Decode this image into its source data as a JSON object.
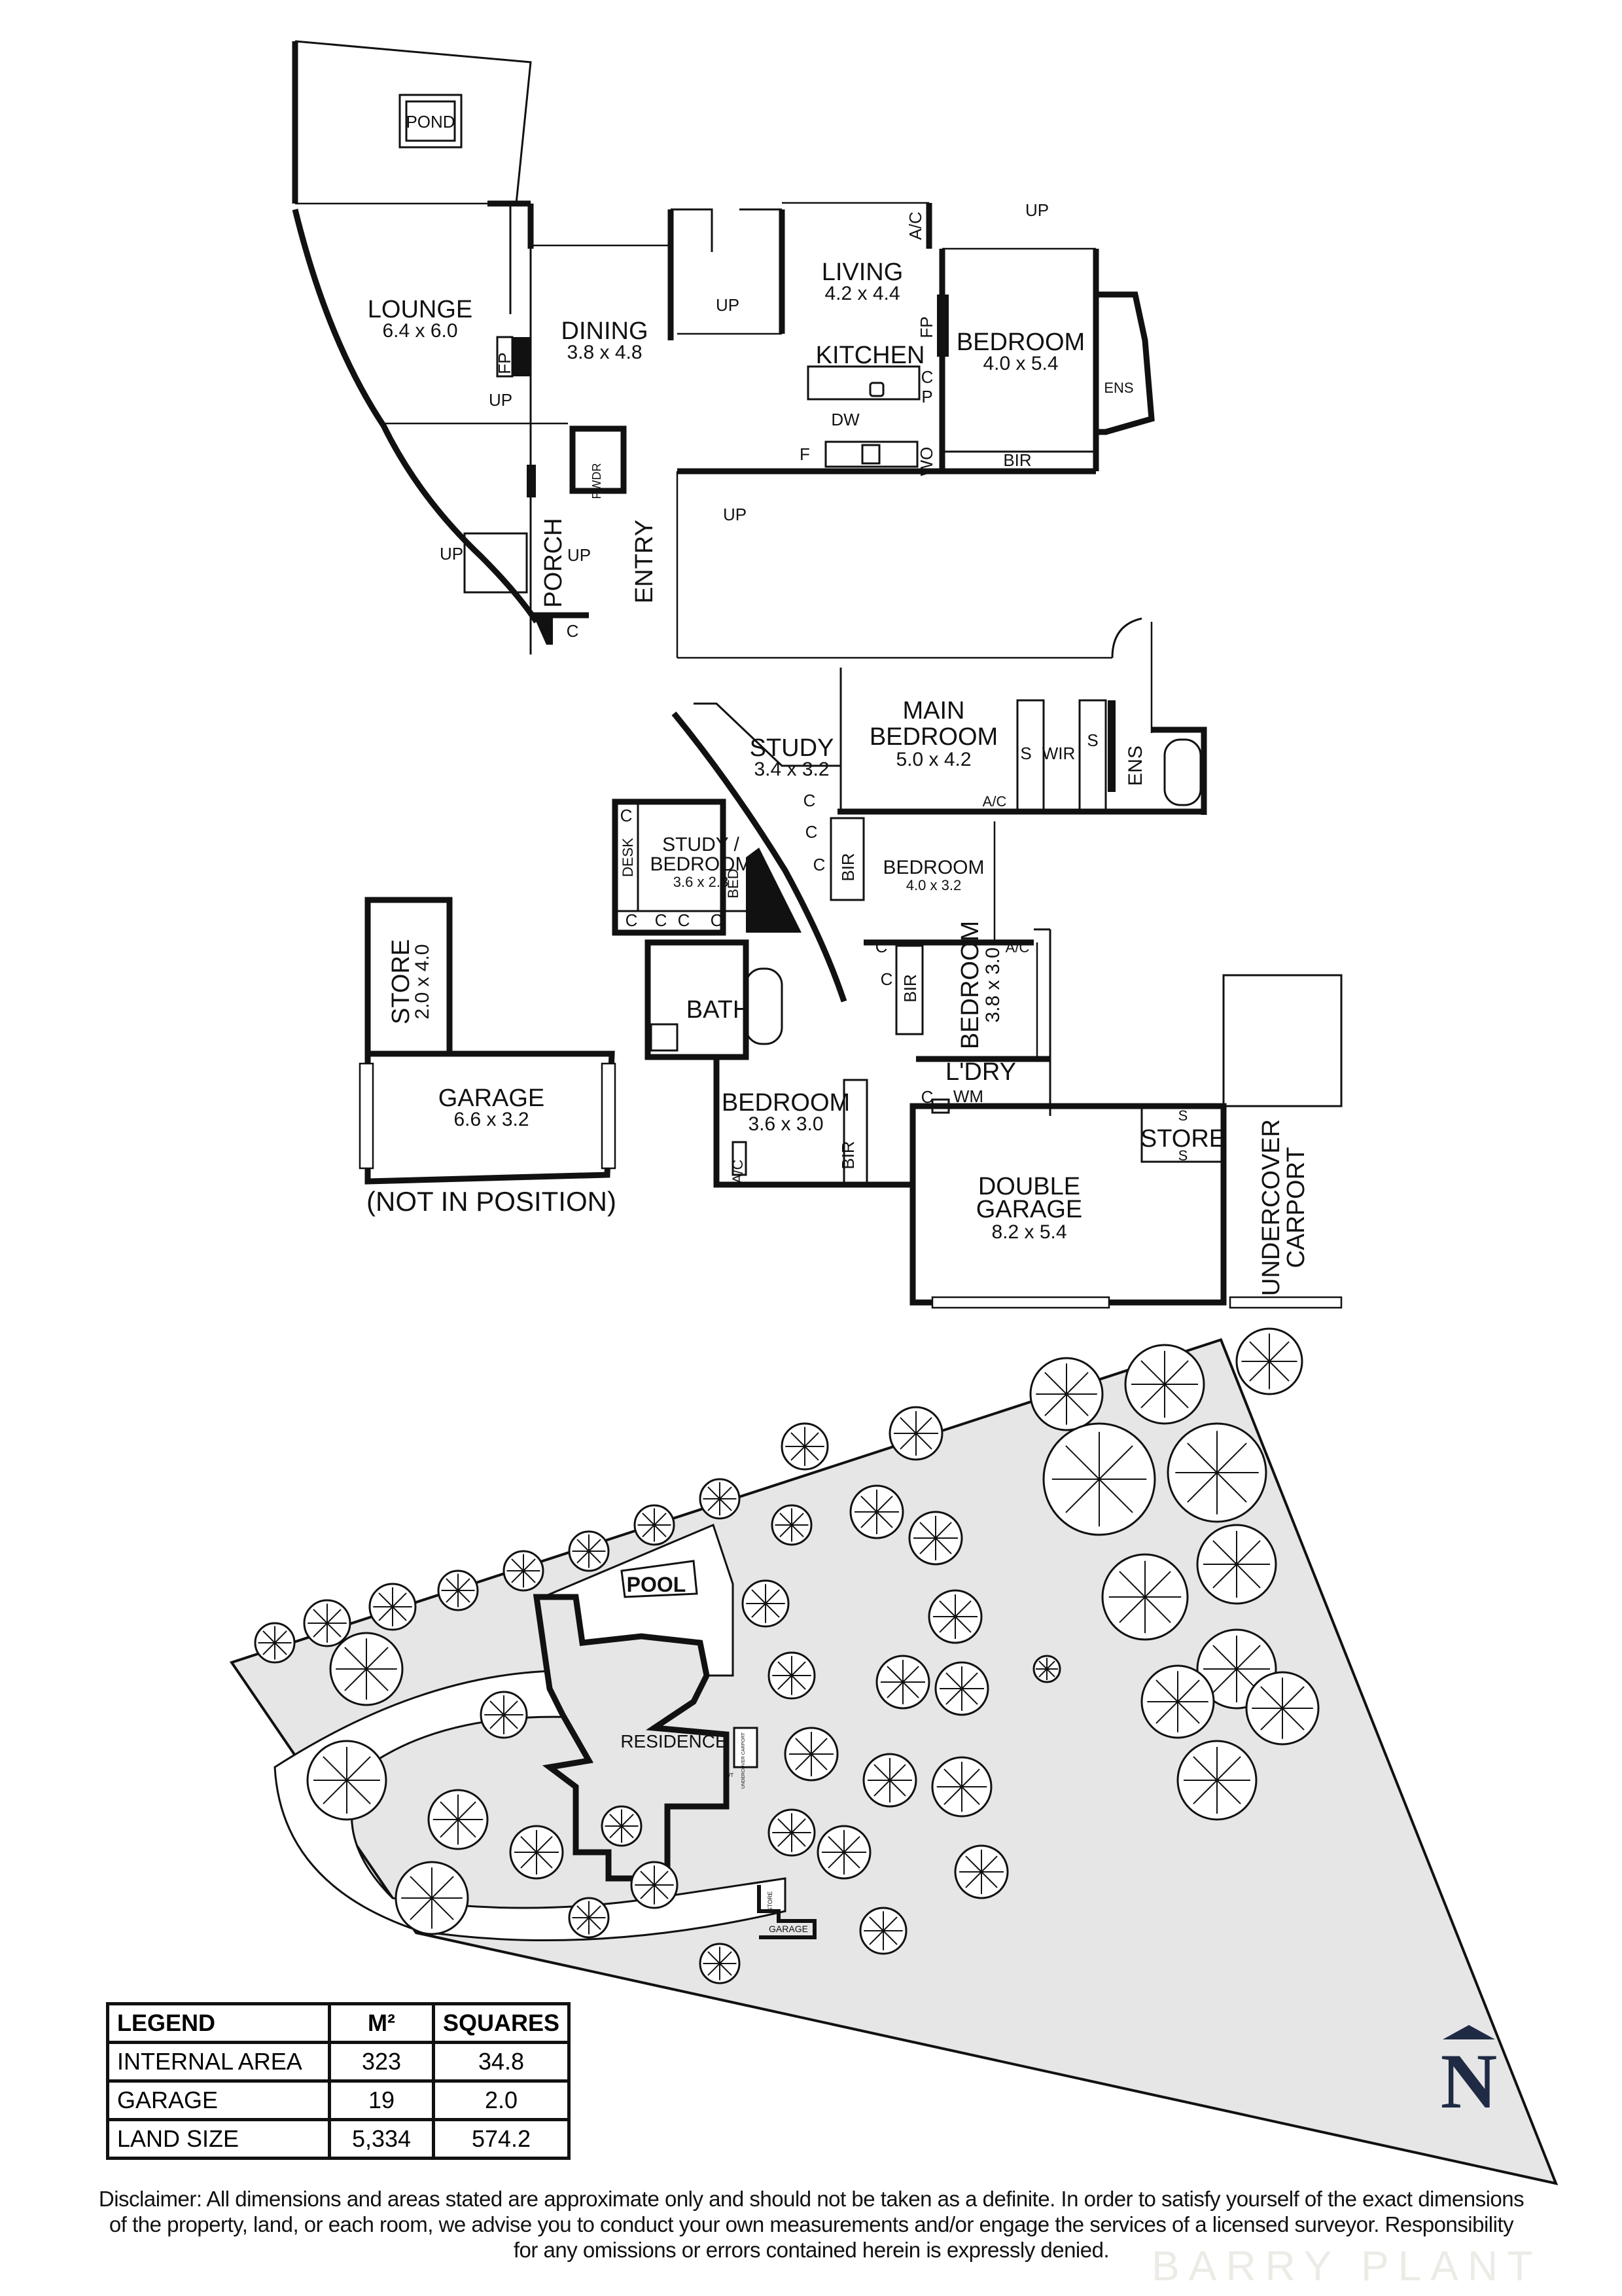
{
  "floor_plan": {
    "rooms": {
      "pond": "POND",
      "lounge": {
        "name": "LOUNGE",
        "dims": "6.4 x 6.0"
      },
      "dining": {
        "name": "DINING",
        "dims": "3.8 x 4.8"
      },
      "living": {
        "name": "LIVING",
        "dims": "4.2 x 4.4"
      },
      "kitchen": "KITCHEN",
      "bedroom_upper": {
        "name": "BEDROOM",
        "dims": "4.0 x 5.4"
      },
      "porch": "PORCH",
      "entry": "ENTRY",
      "study": {
        "name": "STUDY",
        "dims": "3.4 x 3.2"
      },
      "main_bedroom": {
        "name1": "MAIN",
        "name2": "BEDROOM",
        "dims": "5.0 x 4.2"
      },
      "study_bedroom": {
        "name1": "STUDY /",
        "name2": "BEDROOM",
        "dims": "3.6 x 2.8"
      },
      "bedroom_mid": {
        "name": "BEDROOM",
        "dims": "4.0 x 3.2"
      },
      "bedroom_side": {
        "name": "BEDROOM",
        "dims": "3.8 x 3.0"
      },
      "bath": "BATH",
      "laundry": "L'DRY",
      "bedroom_lower": {
        "name": "BEDROOM",
        "dims": "3.6 x 3.0"
      },
      "double_garage": {
        "name1": "DOUBLE",
        "name2": "GARAGE",
        "dims": "8.2 x 5.4"
      },
      "store_garage": "STORE",
      "undercover_carport": {
        "name1": "UNDERCOVER",
        "name2": "CARPORT"
      },
      "detached_store": {
        "name": "STORE",
        "dims": "2.0 x 4.0"
      },
      "detached_garage": {
        "name": "GARAGE",
        "dims": "6.6 x 3.2"
      },
      "not_in_position": "(NOT IN POSITION)"
    },
    "fixtures": {
      "up": "UP",
      "fp": "FP",
      "ac": "A/C",
      "c": "C",
      "p": "P",
      "dw": "DW",
      "f": "F",
      "wo": "WO",
      "bir": "BIR",
      "ens": "ENS",
      "pwdr": "PWDR",
      "wir": "WIR",
      "s": "S",
      "desk": "DESK",
      "bed": "BED",
      "wm": "WM"
    }
  },
  "site_plan": {
    "pool": "POOL",
    "residence": "RESIDENCE",
    "garage": "GARAGE",
    "store": "STORE",
    "undercover_carport": "UNDERCOVER CARPORT",
    "wt": "WT"
  },
  "legend": {
    "headers": [
      "LEGEND",
      "M²",
      "SQUARES"
    ],
    "rows": [
      [
        "INTERNAL AREA",
        "323",
        "34.8"
      ],
      [
        "GARAGE",
        "19",
        "2.0"
      ],
      [
        "LAND SIZE",
        "5,334",
        "574.2"
      ]
    ]
  },
  "north": "N",
  "disclaimer": [
    "Disclaimer: All dimensions and areas stated are approximate only and should not be taken as a definite. In order to satisfy yourself of the exact dimensions",
    "of the property, land, or each room, we advise you to conduct your own measurements and/or engage the services of a licensed surveyor. Responsibility",
    "for any omissions or errors contained herein is expressly denied."
  ],
  "watermark": "BARRY PLANT",
  "colors": {
    "ink": "#111111",
    "site_fill": "#e6e6e6",
    "north": "#1f2a44",
    "watermark": "#ecebe6"
  }
}
